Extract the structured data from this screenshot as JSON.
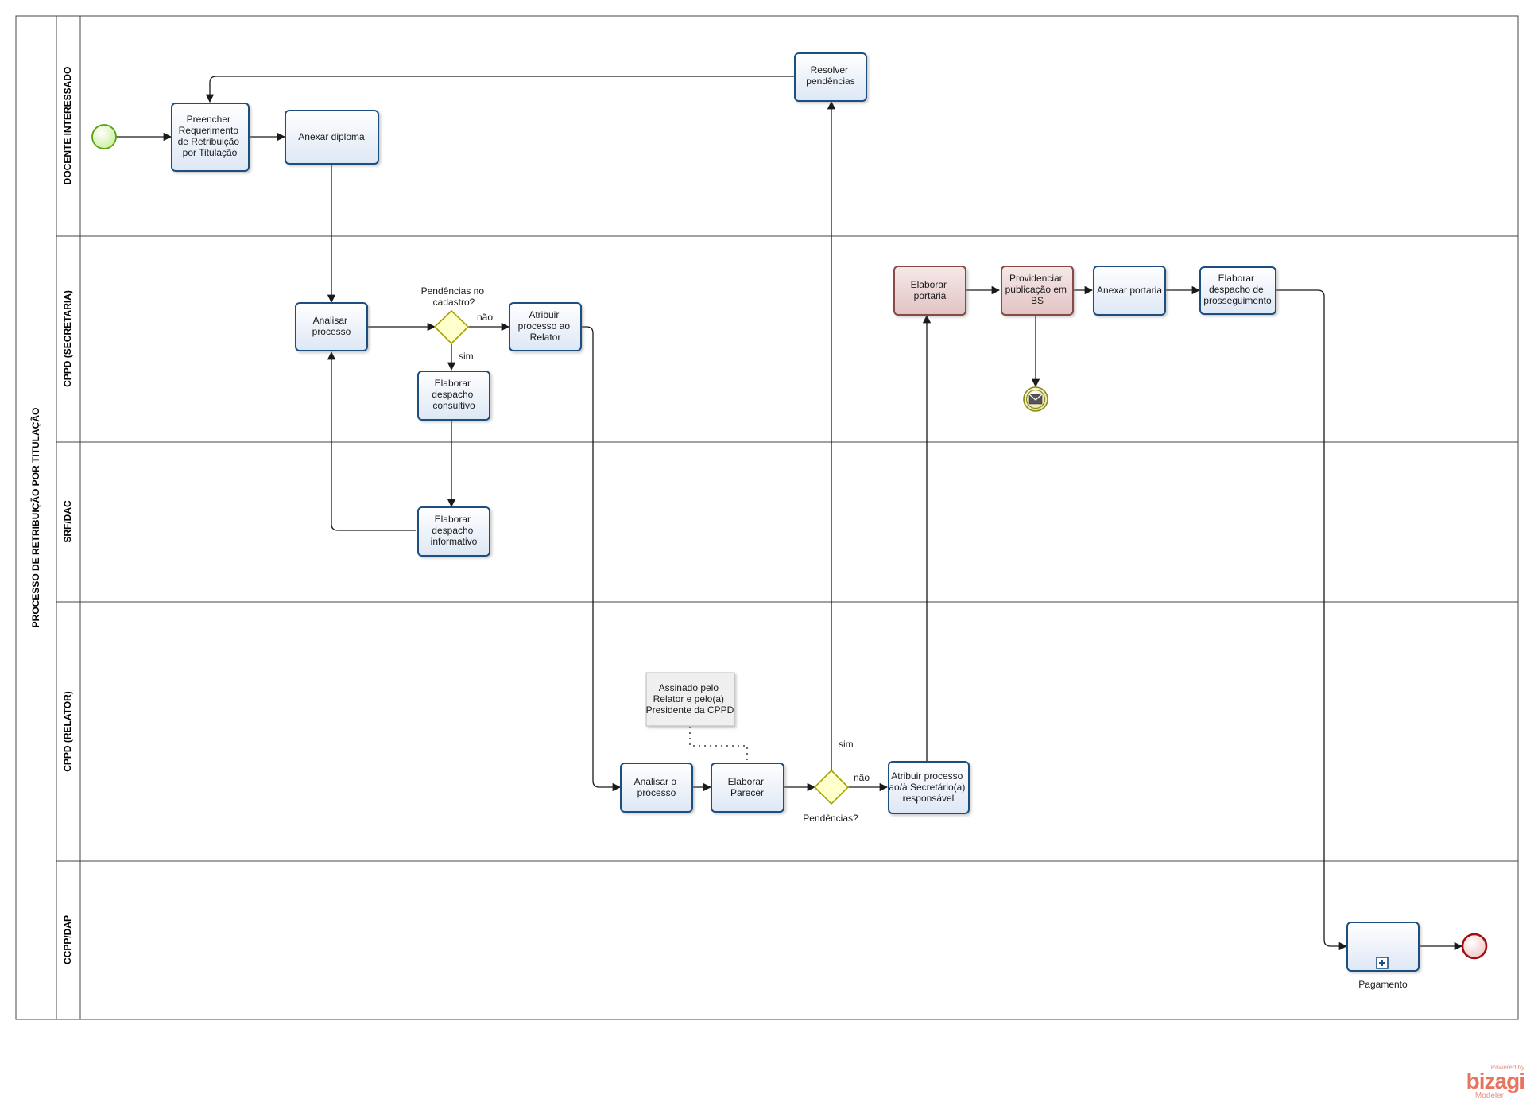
{
  "pool": {
    "label": "PROCESSO DE RETRIBUIÇÃO POR TITULAÇÃO"
  },
  "lanes": [
    {
      "id": "docente",
      "label": "DOCENTE INTERESSADO"
    },
    {
      "id": "secretaria",
      "label": "CPPD (SECRETARIA)"
    },
    {
      "id": "srf",
      "label": "SRF/DAC"
    },
    {
      "id": "relator",
      "label": "CPPD (RELATOR)"
    },
    {
      "id": "ccpp",
      "label": "CCPP/DAP"
    }
  ],
  "tasks": [
    {
      "id": "preencher",
      "lines": [
        "Preencher",
        "Requerimento",
        "de Retribuição",
        "por Titulação"
      ],
      "style": "blue"
    },
    {
      "id": "anexar-diploma",
      "lines": [
        "Anexar diploma"
      ],
      "style": "blue"
    },
    {
      "id": "resolver",
      "lines": [
        "Resolver",
        "pendências"
      ],
      "style": "blue"
    },
    {
      "id": "analisar-processo",
      "lines": [
        "Analisar",
        "processo"
      ],
      "style": "blue"
    },
    {
      "id": "atribuir-relator",
      "lines": [
        "Atribuir",
        "processo ao",
        "Relator"
      ],
      "style": "blue"
    },
    {
      "id": "despacho-consultivo",
      "lines": [
        "Elaborar",
        "despacho",
        "consultivo"
      ],
      "style": "blue"
    },
    {
      "id": "despacho-informativo",
      "lines": [
        "Elaborar",
        "despacho",
        "informativo"
      ],
      "style": "blue"
    },
    {
      "id": "elaborar-portaria",
      "lines": [
        "Elaborar",
        "portaria"
      ],
      "style": "red"
    },
    {
      "id": "providenciar",
      "lines": [
        "Providenciar",
        "publicação em",
        "BS"
      ],
      "style": "red"
    },
    {
      "id": "anexar-portaria",
      "lines": [
        "Anexar portaria"
      ],
      "style": "blue"
    },
    {
      "id": "despacho-prosseguimento",
      "lines": [
        "Elaborar",
        "despacho de",
        "prosseguimento"
      ],
      "style": "blue"
    },
    {
      "id": "analisar-o-processo",
      "lines": [
        "Analisar o",
        "processo"
      ],
      "style": "blue"
    },
    {
      "id": "elaborar-parecer",
      "lines": [
        "Elaborar",
        "Parecer"
      ],
      "style": "blue"
    },
    {
      "id": "atribuir-secretario",
      "lines": [
        "Atribuir processo",
        "ao/à Secretário(a)",
        "responsável"
      ],
      "style": "blue"
    },
    {
      "id": "pagamento",
      "lines": [],
      "style": "blue"
    }
  ],
  "labels": {
    "gateway1": [
      "Pendências no",
      "cadastro?"
    ],
    "gateway2": [
      "Pendências?"
    ],
    "nao1": "não",
    "sim1": "sim",
    "nao2": "não",
    "sim2": "sim",
    "pagamento": "Pagamento"
  },
  "annotation": {
    "lines": [
      "Assinado pelo",
      "Relator e pelo(a)",
      "Presidente da CPPD"
    ]
  },
  "brand": {
    "powered": "Powered by",
    "name": "bizagi",
    "product": "Modeler"
  },
  "colors": {
    "task_stroke": "#1f5080",
    "task_fill": "#eef3fb",
    "task_red_fill": "#f0dcdc",
    "gateway_fill": "#ffffcc",
    "start_fill": "#dff5c4",
    "start_stroke": "#58a018",
    "end_stroke": "#a01010"
  }
}
